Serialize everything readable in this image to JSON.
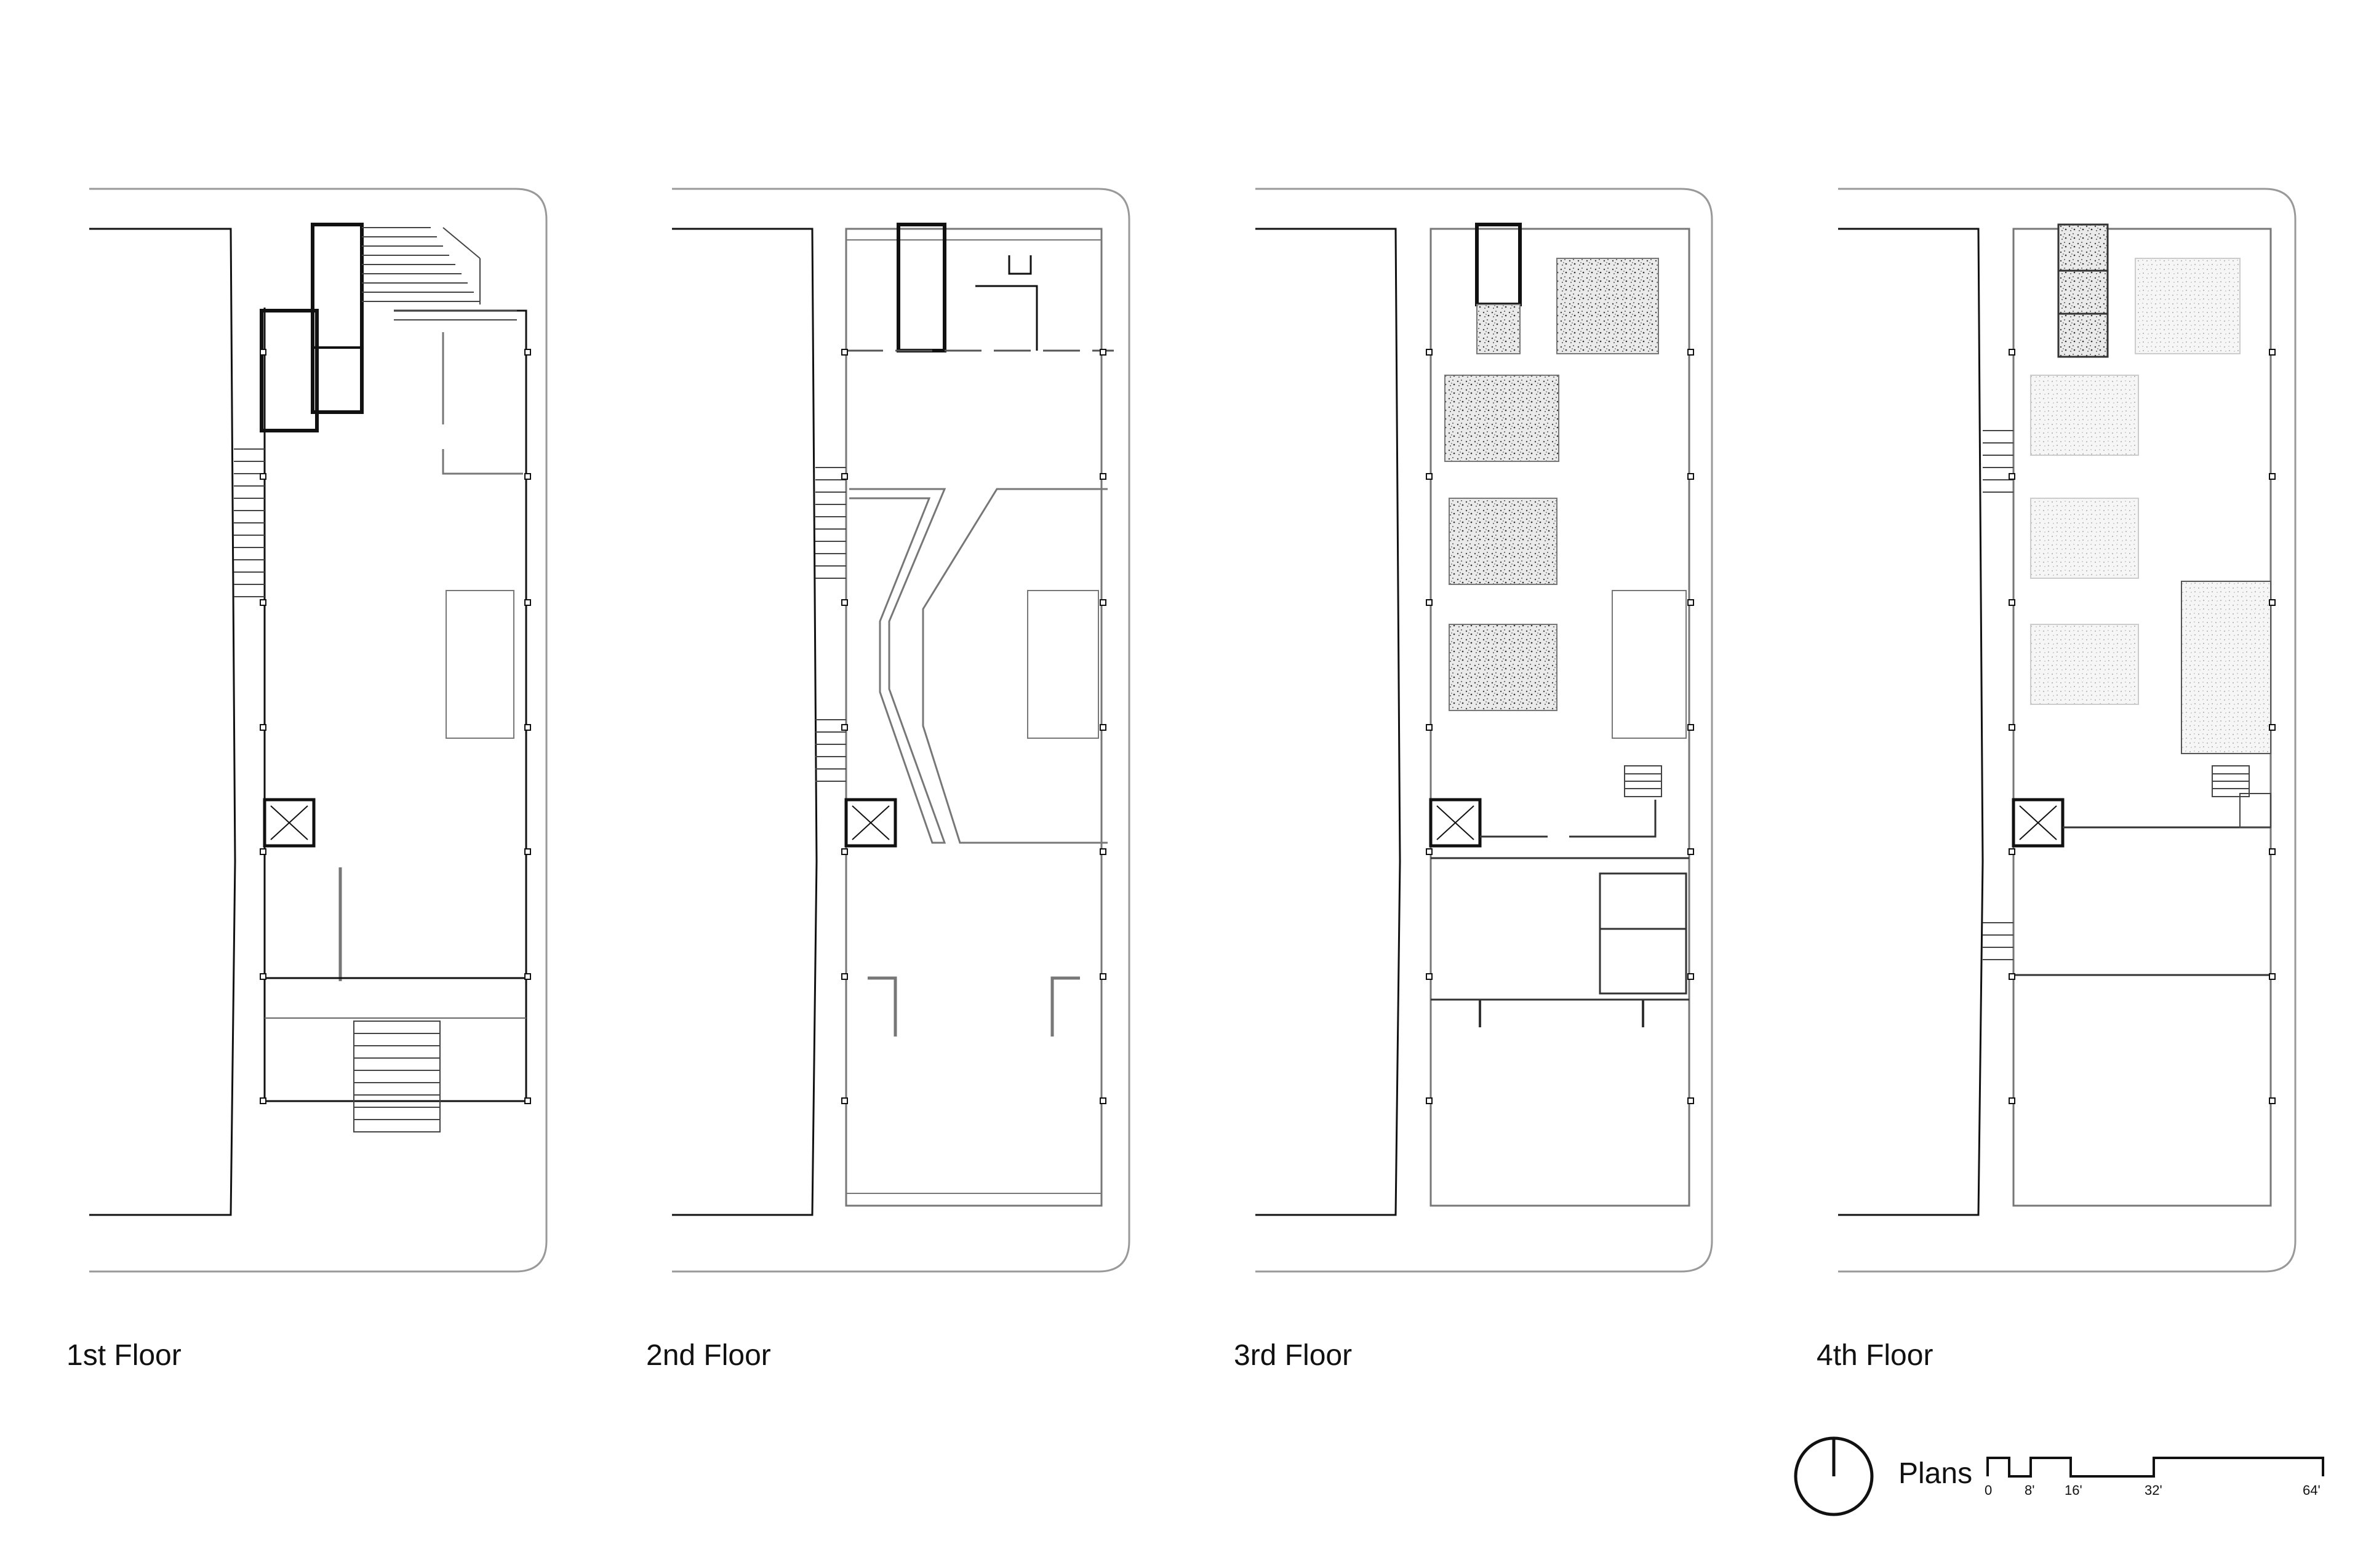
{
  "floors": [
    {
      "label": "1st Floor"
    },
    {
      "label": "2nd Floor"
    },
    {
      "label": "3rd Floor"
    },
    {
      "label": "4th Floor"
    }
  ],
  "legend": {
    "title": "Plans",
    "ticks": [
      "0",
      "8'",
      "16'",
      "32'",
      "64'"
    ],
    "north_icon": "north-arrow-icon"
  },
  "colors": {
    "line": "#111111",
    "light_line": "#888888",
    "texture": "#555555"
  }
}
